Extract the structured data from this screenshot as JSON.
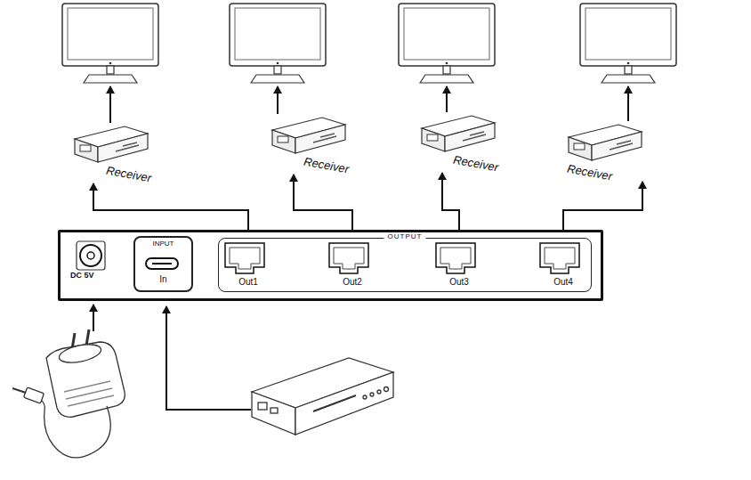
{
  "diagram": {
    "nodes": [
      {
        "text": [
          "Receiver"
        ]
      },
      {
        "text": [
          "Receiver"
        ]
      },
      {
        "text": [
          "Receiver"
        ]
      },
      {
        "text": [
          "Receiver"
        ]
      },
      {
        "text": [
          "DC 5V"
        ]
      },
      {
        "text": [
          "INPUT",
          "In"
        ],
        "in": 4
      },
      {
        "text": [
          "OUTPUT"
        ],
        "in": 4
      },
      {
        "text": [
          "Out1"
        ],
        "in": 6
      },
      {
        "text": [
          "Out2"
        ],
        "in": 6
      },
      {
        "text": [
          "Out3"
        ],
        "in": 6
      },
      {
        "text": [
          "Out4"
        ],
        "in": 6
      }
    ],
    "edges": [
      {
        "from": 7,
        "to": 0,
        "arrow": "to"
      },
      {
        "from": 8,
        "to": 1,
        "arrow": "to"
      },
      {
        "from": 9,
        "to": 2,
        "arrow": "to"
      },
      {
        "from": 10,
        "to": 3,
        "arrow": "to"
      }
    ]
  }
}
